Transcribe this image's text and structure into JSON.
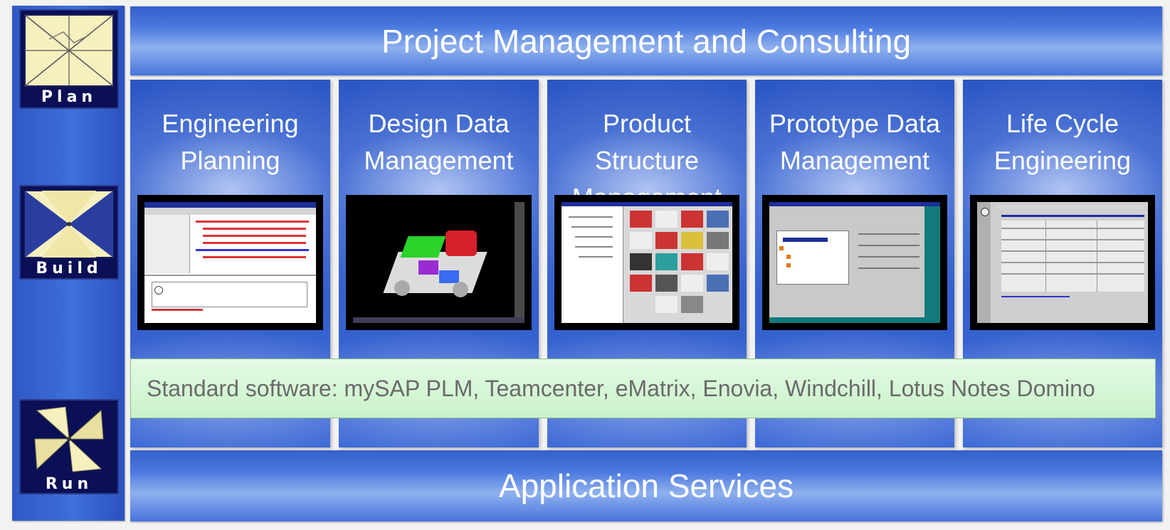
{
  "header": {
    "title": "Project Management and Consulting"
  },
  "footer": {
    "title": "Application Services"
  },
  "phases": [
    {
      "label": "Plan",
      "icon": "plan-icon"
    },
    {
      "label": "Build",
      "icon": "build-icon"
    },
    {
      "label": "Run",
      "icon": "run-icon"
    }
  ],
  "modules": [
    {
      "title": "Engineering\nPlanning",
      "screenshot": "requirements-list-screenshot"
    },
    {
      "title": "Design Data\nManagement",
      "screenshot": "cad-vehicle-model-screenshot"
    },
    {
      "title": "Product Structure\nManagement",
      "screenshot": "vehicle-variant-gallery-screenshot"
    },
    {
      "title": "Prototype Data\nManagement",
      "screenshot": "prototype-dialog-screenshot"
    },
    {
      "title": "Life Cycle\nEngineering",
      "screenshot": "lifecycle-table-screenshot"
    }
  ],
  "software_bar": {
    "text": "Standard software: mySAP PLM, Teamcenter, eMatrix, Enovia, Windchill, Lotus Notes Domino"
  },
  "colors": {
    "band_blue": "#3560cc",
    "light_band": "#8fb0ee",
    "logo_yellow": "#f6f0bf",
    "logo_navy": "#0b0f55",
    "software_green": "#c9f2c9"
  }
}
